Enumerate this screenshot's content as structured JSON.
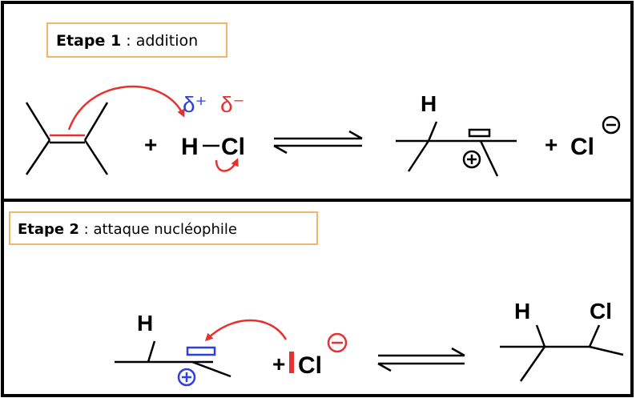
{
  "step1": {
    "label_bold": "Etape 1",
    "label_rest": " : addition",
    "delta_plus": "δ⁺",
    "delta_minus": "δ⁻",
    "plus_1": "+",
    "hcl_h": "H",
    "hcl_dash": "−",
    "hcl_cl": "Cl",
    "product_h": "H",
    "plus_2": "+",
    "chloride": "Cl",
    "cation_charge": "⊕",
    "anion_charge": "⊖"
  },
  "step2": {
    "label_bold": "Etape 2",
    "label_rest": " : attaque nucléophile",
    "reactant_h": "H",
    "cation_charge": "⊕",
    "plus": "+",
    "chloride": "Cl",
    "anion_charge": "⊖",
    "product_h": "H",
    "product_cl": "Cl"
  },
  "colors": {
    "frame": "#000000",
    "label_border": "#f2b56b",
    "arrow_red": "#e8312f",
    "delta_plus": "#2f3fe0",
    "delta_minus": "#e8312f",
    "charge_blue": "#2f3fe0"
  }
}
